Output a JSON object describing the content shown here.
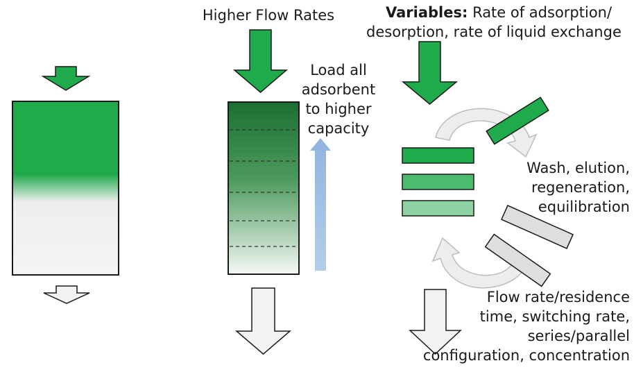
{
  "labels": {
    "higher_flow_rates": "Higher Flow Rates",
    "variables_prefix": "Variables:",
    "variables_line1": "Rate of adsorption/",
    "variables_line2": "desorption, rate of liquid exchange",
    "load_line1": "Load all",
    "load_line2": "adsorbent",
    "load_line3": "to higher",
    "load_line4": "capacity",
    "wash_line1": "Wash, elution,",
    "wash_line2": "regeneration,",
    "wash_line3": "equilibration",
    "flow_line1": "Flow rate/residence",
    "flow_line2": "time, switching rate,",
    "flow_line3": "series/parallel",
    "flow_line4": "configuration, concentration"
  },
  "colors": {
    "green": "#1faa4b",
    "dark_green": "#1b6e33",
    "light_gray": "#efefef",
    "outline": "#1a1a1a",
    "blue_arrow": "#9dbfe0",
    "gray_block": "#dedede",
    "cycle_arrow": "#ededed",
    "cycle_outline": "#bdbdbd"
  }
}
